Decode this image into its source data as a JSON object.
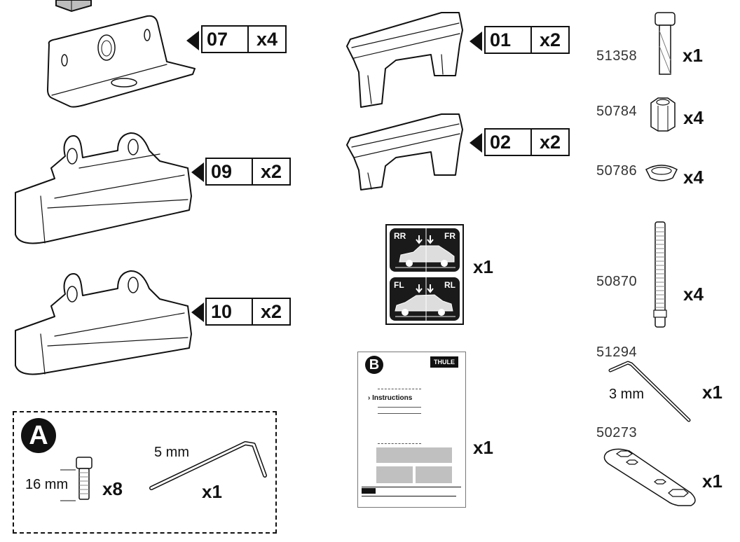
{
  "left_parts": [
    {
      "part": "07",
      "qty": "x4",
      "name": "bracket"
    },
    {
      "part": "09",
      "qty": "x2",
      "name": "foot-09"
    },
    {
      "part": "10",
      "qty": "x2",
      "name": "foot-10"
    }
  ],
  "center_parts": [
    {
      "part": "01",
      "qty": "x2",
      "name": "pad-01"
    },
    {
      "part": "02",
      "qty": "x2",
      "name": "pad-02"
    }
  ],
  "sticker": {
    "qty": "x1",
    "top_left": "RR",
    "top_right": "FR",
    "bottom_left": "FL",
    "bottom_right": "RL"
  },
  "instructions": {
    "badge": "B",
    "brand": "THULE",
    "title": "Instructions",
    "qty": "x1"
  },
  "kit_a": {
    "badge": "A",
    "bolt_length": "16 mm",
    "bolt_qty": "x8",
    "key_size": "5 mm",
    "key_qty": "x1"
  },
  "right_parts": [
    {
      "part_no": "51358",
      "qty": "x1",
      "name": "bolt"
    },
    {
      "part_no": "50784",
      "qty": "x4",
      "name": "nut"
    },
    {
      "part_no": "50786",
      "qty": "x4",
      "name": "washer"
    },
    {
      "part_no": "50870",
      "qty": "x4",
      "name": "threaded-rod"
    },
    {
      "part_no": "51294",
      "qty": "x1",
      "name": "allen-key",
      "size": "3 mm"
    },
    {
      "part_no": "50273",
      "qty": "x1",
      "name": "wrench"
    }
  ]
}
